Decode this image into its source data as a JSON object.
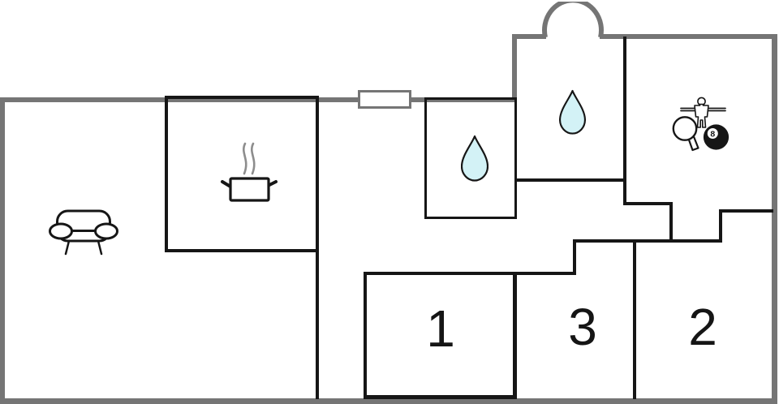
{
  "page": {
    "type": "floor-plan"
  },
  "colors": {
    "wall_outer": "#757575",
    "wall_inner": "#161616",
    "background": "#ffffff",
    "water_drop_fill": "#d3f2f6",
    "steam_gray": "#8d8d8d",
    "label_color": "#151515"
  },
  "rooms": {
    "living_room": {
      "icon": "sofa-icon"
    },
    "kitchen": {
      "icon": "cooking-pot-icon"
    },
    "bathroom_small": {
      "icon": "water-drop-icon"
    },
    "bathroom_entrance": {
      "icon": "water-drop-icon"
    },
    "game_room": {
      "icons": [
        "table-tennis-paddle-icon",
        "foosball-player-icon",
        "eight-ball-icon"
      ]
    },
    "bedroom_1": {
      "label": "1"
    },
    "bedroom_2": {
      "label": "2"
    },
    "bedroom_3": {
      "label": "3"
    }
  },
  "icons": {
    "eight_ball_text": "8"
  },
  "entrance": {
    "type": "arched-entrance-door"
  },
  "features": {
    "window": "window"
  }
}
